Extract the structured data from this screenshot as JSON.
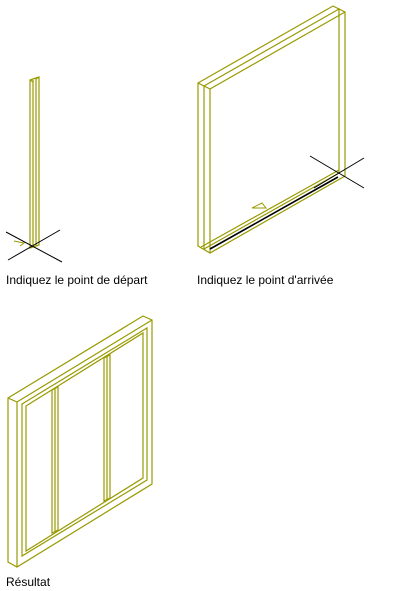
{
  "captions": {
    "start": "Indiquez le point de départ",
    "end": "Indiquez le point d'arrivée",
    "result": "Résultat"
  },
  "colors": {
    "frame": "#999900",
    "crosshair": "#000000",
    "background": "#ffffff"
  }
}
